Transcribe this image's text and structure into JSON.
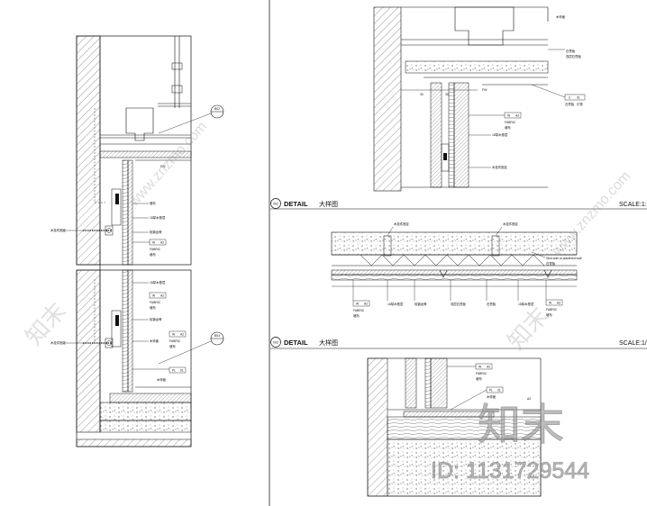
{
  "detail_heading": {
    "word": "DETAIL",
    "subtitle": "大样图"
  },
  "detail_b": {
    "number": "002",
    "scale": "SCALE:1:"
  },
  "detail_c": {
    "number": "003",
    "scale": "SCALE:1/"
  },
  "callouts": {
    "left_top_bubble": "B02",
    "left_bottom_bubble": "B04",
    "tag_a2": "A2",
    "tag_01": "01",
    "tag_c": "C",
    "tag_pl": "PL",
    "tag_w": "W",
    "fin_label": "FIN",
    "dim_30": "30"
  },
  "labels": {
    "wood_veneer": "木饰面",
    "fabric": "FABRIC",
    "wall_cloth": "墙布",
    "steel_keel": "轻钢龙骨",
    "fixed_bracket": "木挂件固定",
    "lamp": "灯带",
    "board": "石膏板",
    "mdf_base": "18厚木基层",
    "fl_note": "Stud wall or plastered wall",
    "gypsum_note": "双层石膏板"
  },
  "watermark": {
    "brand": "知末",
    "site": "www.znzmo.com",
    "id_text": "ID: 1131729544"
  },
  "colors": {
    "line": "#111111",
    "hatch": "#555555",
    "watermark": "#9a9a9a"
  }
}
